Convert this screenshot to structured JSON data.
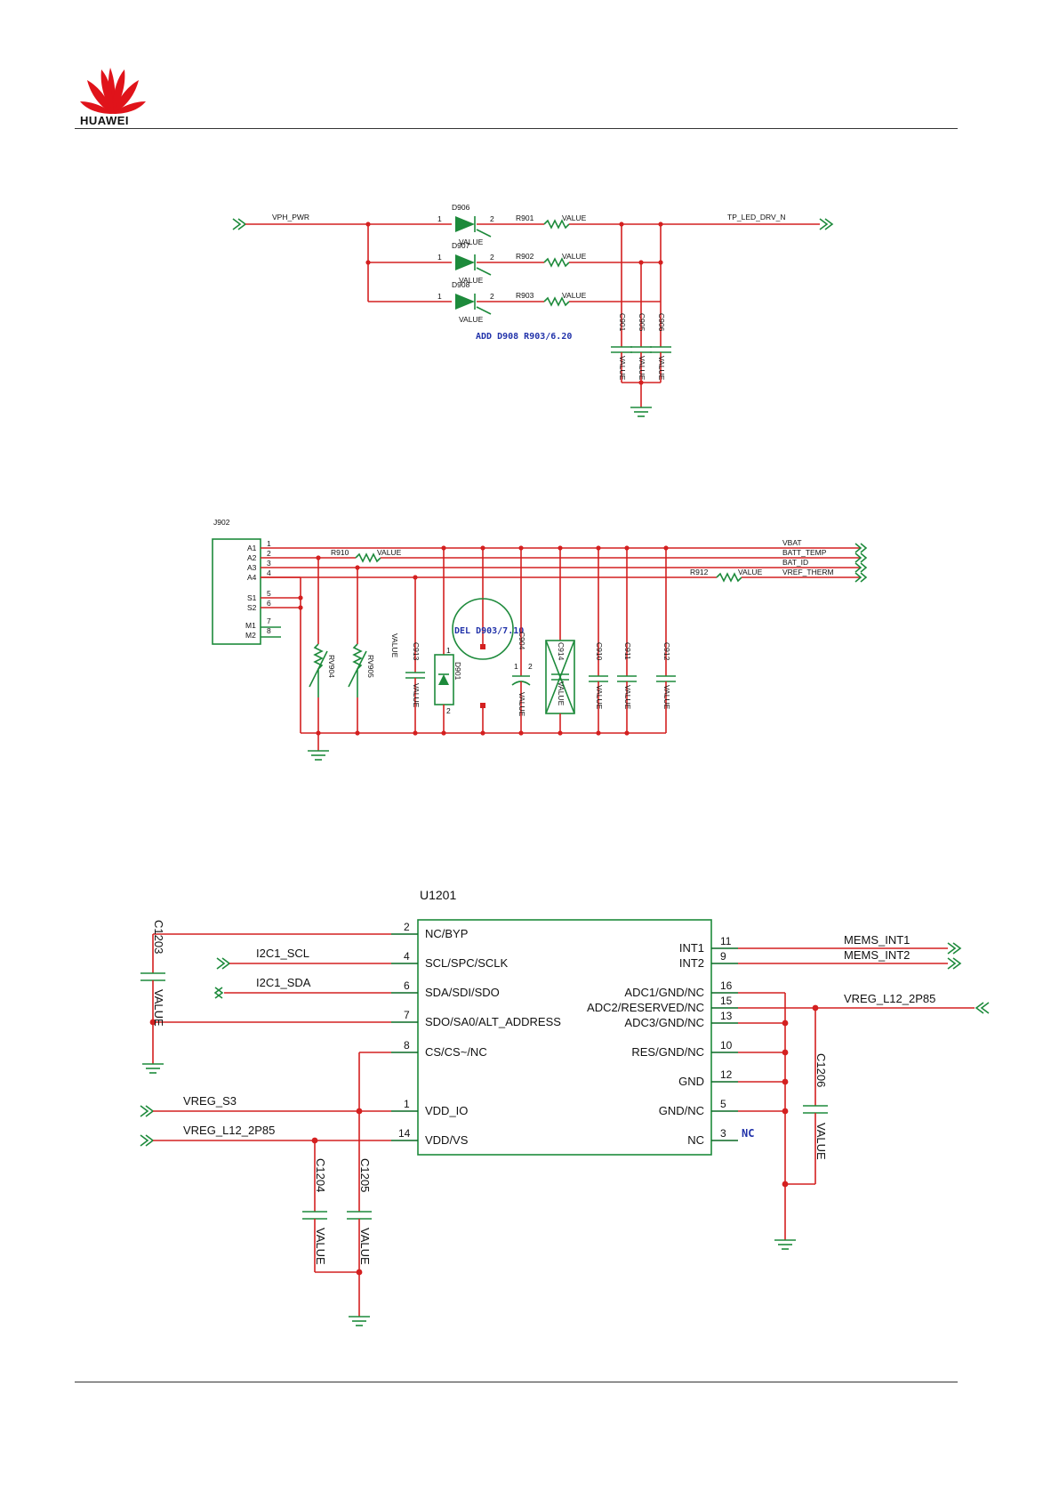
{
  "header": {
    "brand": "HUAWEI"
  },
  "s1": {
    "net_in": "VPH_PWR",
    "net_out": "TP_LED_DRV_N",
    "diodes": [
      "D906",
      "D907",
      "D908"
    ],
    "resistors": [
      "R901",
      "R902",
      "R903"
    ],
    "caps": [
      "C901",
      "C905",
      "C906"
    ],
    "value": "VALUE",
    "pin1": "1",
    "pin2": "2",
    "note": "ADD D908 R903/6.20"
  },
  "s2": {
    "connector": "J902",
    "pins_left": [
      "A1",
      "A2",
      "A3",
      "A4",
      "S1",
      "S2",
      "M1",
      "M2"
    ],
    "pins_num": [
      "1",
      "2",
      "3",
      "4",
      "5",
      "6",
      "7",
      "8"
    ],
    "nets": [
      "VBAT",
      "BATT_TEMP",
      "BAT_ID",
      "VREF_THERM"
    ],
    "r910": "R910",
    "r912": "R912",
    "rv904": "RV904",
    "rv905": "RV905",
    "c913": "C913",
    "d901": "D901",
    "c904": "C904",
    "c914": "C914",
    "c910": "C910",
    "c911": "C911",
    "c912": "C912",
    "value": "VALUE",
    "note": "DEL D903/7.10",
    "p1": "1",
    "p2": "2"
  },
  "s3": {
    "ic": "U1201",
    "left_pins": [
      {
        "num": "2",
        "name": "NC/BYP"
      },
      {
        "num": "4",
        "name": "SCL/SPC/SCLK"
      },
      {
        "num": "6",
        "name": "SDA/SDI/SDO"
      },
      {
        "num": "7",
        "name": "SDO/SA0/ALT_ADDRESS"
      },
      {
        "num": "8",
        "name": "CS/CS~/NC"
      },
      {
        "num": "1",
        "name": "VDD_IO"
      },
      {
        "num": "14",
        "name": "VDD/VS"
      }
    ],
    "right_pins": [
      {
        "num": "11",
        "name": "INT1"
      },
      {
        "num": "9",
        "name": "INT2"
      },
      {
        "num": "16",
        "name": "ADC1/GND/NC"
      },
      {
        "num": "15",
        "name": "ADC2/RESERVED/NC"
      },
      {
        "num": "13",
        "name": "ADC3/GND/NC"
      },
      {
        "num": "10",
        "name": "RES/GND/NC"
      },
      {
        "num": "12",
        "name": "GND"
      },
      {
        "num": "5",
        "name": "GND/NC"
      },
      {
        "num": "3",
        "name": "NC"
      }
    ],
    "net_scl": "I2C1_SCL",
    "net_sda": "I2C1_SDA",
    "net_s3": "VREG_S3",
    "net_l12_left": "VREG_L12_2P85",
    "net_l12_right": "VREG_L12_2P85",
    "net_int1": "MEMS_INT1",
    "net_int2": "MEMS_INT2",
    "c1203": "C1203",
    "c1204": "C1204",
    "c1205": "C1205",
    "c1206": "C1206",
    "value": "VALUE",
    "nc": "NC"
  }
}
